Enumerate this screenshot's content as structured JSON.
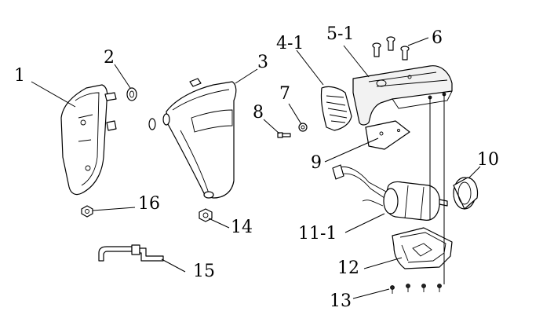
{
  "callouts": {
    "c1": "1",
    "c2": "2",
    "c3": "3",
    "c4_1": "4-1",
    "c5_1": "5-1",
    "c6": "6",
    "c7": "7",
    "c8": "8",
    "c9": "9",
    "c10": "10",
    "c11_1": "11-1",
    "c12": "12",
    "c13": "13",
    "c14": "14",
    "c15": "15",
    "c16": "16"
  },
  "colors": {
    "line": "#000000",
    "background": "#ffffff"
  }
}
